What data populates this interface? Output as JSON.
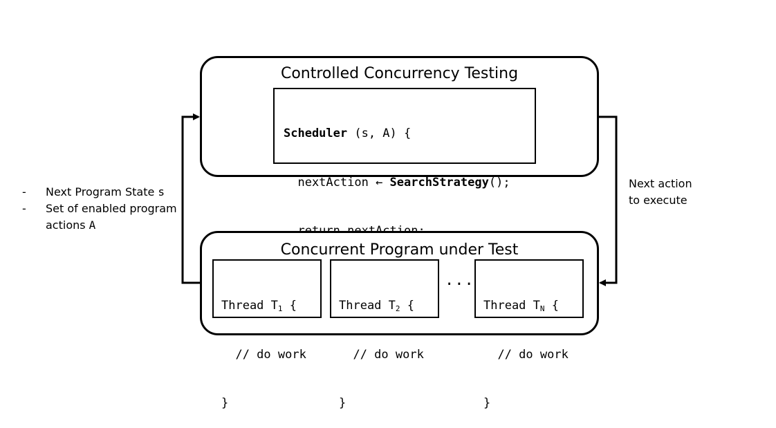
{
  "top_box": {
    "title": "Controlled Concurrency Testing",
    "code": {
      "line1_keyword": "Scheduler",
      "line1_rest": " (s, A) {",
      "line2_start": "  nextAction ",
      "line2_arrow": "←",
      "line2_call": " SearchStrategy",
      "line2_end": "();",
      "line3": "  return nextAction;",
      "line4": "}"
    }
  },
  "bottom_box": {
    "title": "Concurrent Program under Test",
    "threads": [
      {
        "head": "Thread T",
        "sub": "1",
        "open": " {",
        "body": "  // do work",
        "close": "}"
      },
      {
        "head": "Thread T",
        "sub": "2",
        "open": " {",
        "body": "  // do work",
        "close": "}"
      },
      {
        "head": "Thread T",
        "sub": "N",
        "open": " {",
        "body": "  // do work",
        "close": "}"
      }
    ],
    "ellipsis": "..."
  },
  "left_label": {
    "bullet": "-",
    "item1_text": "Next Program State ",
    "item1_var": "s",
    "item2_line1": "Set of enabled program",
    "item2_line2_text": "actions ",
    "item2_var": "A"
  },
  "right_label": {
    "line1": "Next action",
    "line2": "to execute"
  }
}
